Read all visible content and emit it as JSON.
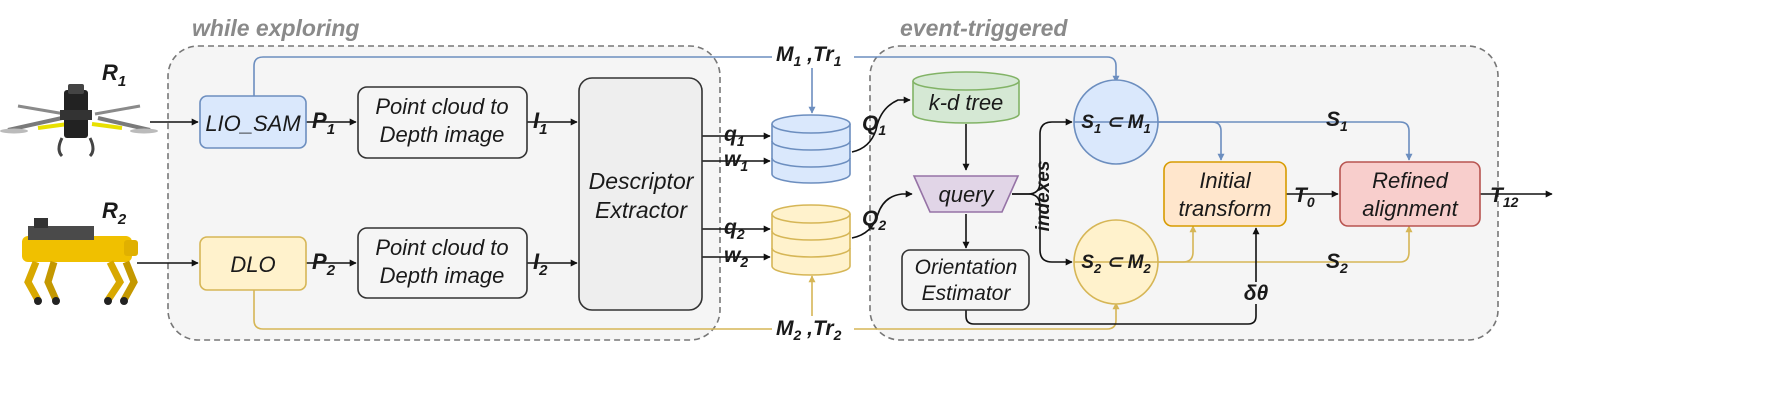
{
  "sections": {
    "explore": "while exploring",
    "event": "event-triggered"
  },
  "robots": {
    "r1": {
      "main": "R",
      "sub": "1"
    },
    "r2": {
      "main": "R",
      "sub": "2"
    }
  },
  "modules": {
    "lio_sam": "LIO_SAM",
    "dlo": "DLO",
    "pc_depth_1": [
      "Point cloud to",
      "Depth image"
    ],
    "pc_depth_2": [
      "Point cloud to",
      "Depth image"
    ],
    "descriptor": [
      "Descriptor",
      "Extractor"
    ],
    "kdtree": "k-d tree",
    "query": "query",
    "orientation": [
      "Orientation",
      "Estimator"
    ],
    "initial": [
      "Initial",
      "transform"
    ],
    "refined": [
      "Refined",
      "alignment"
    ]
  },
  "labels": {
    "p1": {
      "main": "P",
      "sub": "1"
    },
    "p2": {
      "main": "P",
      "sub": "2"
    },
    "i1": {
      "main": "I",
      "sub": "1"
    },
    "i2": {
      "main": "I",
      "sub": "2"
    },
    "q1": {
      "main": "q",
      "sub": "1"
    },
    "w1": {
      "main": "w",
      "sub": "1"
    },
    "q2": {
      "main": "q",
      "sub": "2"
    },
    "w2": {
      "main": "w",
      "sub": "2"
    },
    "Q1": {
      "main": "Q",
      "sub": "1"
    },
    "Q2": {
      "main": "Q",
      "sub": "2"
    },
    "m1": {
      "m": "M",
      "ms": "1",
      "sep": " ,",
      "t": "Tr",
      "ts": "1"
    },
    "m2": {
      "m": "M",
      "ms": "2",
      "sep": " ,",
      "t": "Tr",
      "ts": "2"
    },
    "s1set": {
      "s": "S",
      "ss": "1",
      "op": " ⊂ ",
      "m": "M",
      "ms": "1"
    },
    "s2set": {
      "s": "S",
      "ss": "2",
      "op": " ⊂ ",
      "m": "M",
      "ms": "2"
    },
    "S1": {
      "main": "S",
      "sub": "1"
    },
    "S2": {
      "main": "S",
      "sub": "2"
    },
    "T0": {
      "main": "T",
      "sub": "0"
    },
    "T12": {
      "main": "T",
      "sub": "12"
    },
    "indexes": "indexes",
    "delta": "δθ"
  },
  "colors": {
    "blue_fill": "#dae8fc",
    "blue_stroke": "#6c8ebf",
    "yellow_fill": "#fff2cc",
    "yellow_stroke": "#d6b656",
    "green_fill": "#d5e8d4",
    "green_stroke": "#82b366",
    "purple_fill": "#e1d5e7",
    "purple_stroke": "#9673a6",
    "orange_fill": "#ffe6cc",
    "orange_stroke": "#d79b00",
    "red_fill": "#f8cecc",
    "red_stroke": "#b85450",
    "gray_fill": "#eeeeee"
  }
}
